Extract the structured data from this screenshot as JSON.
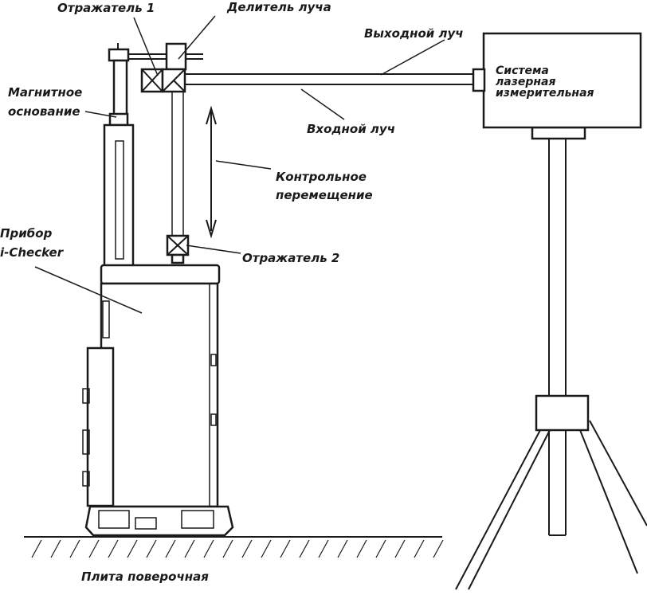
{
  "labels": {
    "reflector1": "Отражатель 1",
    "beam_splitter": "Делитель луча",
    "output_beam": "Выходной луч",
    "input_beam": "Входной луч",
    "magnetic_base_line1": "Магнитное",
    "magnetic_base_line2": "основание",
    "control_move_line1": "Контрольное",
    "control_move_line2": "перемещение",
    "device_line1": "Прибор",
    "device_line2": "i-Checker",
    "reflector2": "Отражатель 2",
    "laser_system_line1": "Система",
    "laser_system_line2": "лазерная",
    "laser_system_line3": "измерительная",
    "surface_plate": "Плита поверочная"
  }
}
